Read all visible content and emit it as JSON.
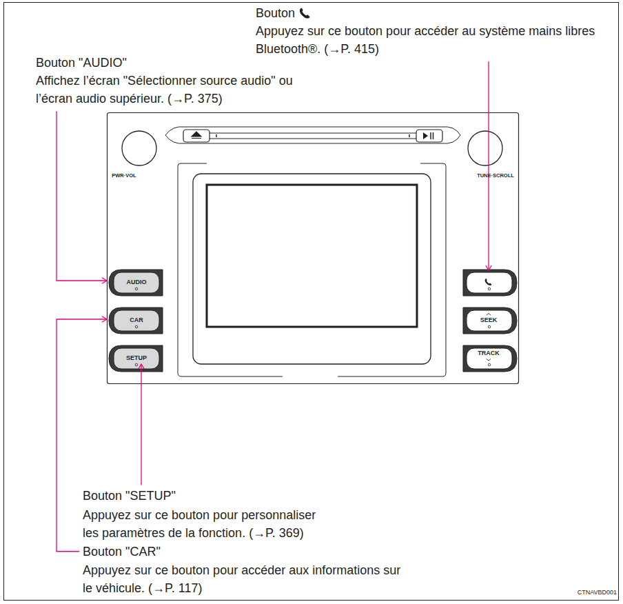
{
  "diagram": {
    "labels": [
      "Bouton",
      "Appuyez sur ce bouton pour accéder au système mains libres Bluetooth®. (→P. 415)",
      "Bouton \"AUDIO\"",
      "Affichez l’écran \"Sélectionner source audio\" ou l’écran audio supérieur. (→P. 375)",
      "Bouton \"SETUP\"",
      "Appuyez sur ce bouton pour personnaliser les paramètres de la fonction. (→P. 369)",
      "Bouton \"CAR\"",
      "Appuyez sur ce bouton pour accéder aux informations sur le véhicule. (→P. 117)",
      "PWR·VOL",
      "TUNE·SCROLL",
      "AUDIO",
      "CAR",
      "SETUP",
      "SEEK",
      "TRACK",
      "CTNAVBD001"
    ]
  }
}
